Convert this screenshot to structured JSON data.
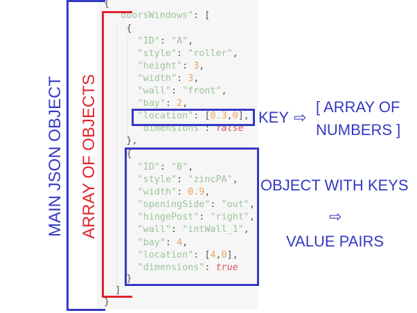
{
  "code_lines": [
    {
      "indent": 0,
      "tokens": [
        [
          "p",
          "{"
        ]
      ]
    },
    {
      "indent": 1,
      "tokens": [
        [
          "k",
          "\"doorsWindows\""
        ],
        [
          "p",
          ": ["
        ]
      ]
    },
    {
      "indent": 2,
      "tokens": [
        [
          "p",
          "{"
        ]
      ]
    },
    {
      "indent": 3,
      "tokens": [
        [
          "k",
          "\"ID\""
        ],
        [
          "p",
          ": "
        ],
        [
          "s",
          "\"A\""
        ],
        [
          "p",
          ","
        ]
      ]
    },
    {
      "indent": 3,
      "tokens": [
        [
          "k",
          "\"style\""
        ],
        [
          "p",
          ": "
        ],
        [
          "s",
          "\"roller\""
        ],
        [
          "p",
          ","
        ]
      ]
    },
    {
      "indent": 3,
      "tokens": [
        [
          "k",
          "\"height\""
        ],
        [
          "p",
          ": "
        ],
        [
          "n",
          "3"
        ],
        [
          "p",
          ","
        ]
      ]
    },
    {
      "indent": 3,
      "tokens": [
        [
          "k",
          "\"width\""
        ],
        [
          "p",
          ": "
        ],
        [
          "n",
          "3"
        ],
        [
          "p",
          ","
        ]
      ]
    },
    {
      "indent": 3,
      "tokens": [
        [
          "k",
          "\"wall\""
        ],
        [
          "p",
          ": "
        ],
        [
          "s",
          "\"front\""
        ],
        [
          "p",
          ","
        ]
      ]
    },
    {
      "indent": 3,
      "tokens": [
        [
          "k",
          "\"bay\""
        ],
        [
          "p",
          ": "
        ],
        [
          "n",
          "2"
        ],
        [
          "p",
          ","
        ]
      ]
    },
    {
      "indent": 3,
      "tokens": [
        [
          "k",
          "\"location\""
        ],
        [
          "p",
          ": ["
        ],
        [
          "n",
          "0.3"
        ],
        [
          "p",
          ","
        ],
        [
          "n",
          "0"
        ],
        [
          "p",
          "],"
        ]
      ]
    },
    {
      "indent": 3,
      "tokens": [
        [
          "k",
          "\"dimensions\""
        ],
        [
          "p",
          ": "
        ],
        [
          "b",
          "false"
        ]
      ]
    },
    {
      "indent": 2,
      "tokens": [
        [
          "p",
          "},"
        ]
      ]
    },
    {
      "indent": 2,
      "tokens": [
        [
          "p",
          "{"
        ]
      ]
    },
    {
      "indent": 3,
      "tokens": [
        [
          "k",
          "\"ID\""
        ],
        [
          "p",
          ": "
        ],
        [
          "s",
          "\"B\""
        ],
        [
          "p",
          ","
        ]
      ]
    },
    {
      "indent": 3,
      "tokens": [
        [
          "k",
          "\"style\""
        ],
        [
          "p",
          ": "
        ],
        [
          "s",
          "\"zincPA\""
        ],
        [
          "p",
          ","
        ]
      ]
    },
    {
      "indent": 3,
      "tokens": [
        [
          "k",
          "\"width\""
        ],
        [
          "p",
          ": "
        ],
        [
          "n",
          "0.9"
        ],
        [
          "p",
          ","
        ]
      ]
    },
    {
      "indent": 3,
      "tokens": [
        [
          "k",
          "\"openingSide\""
        ],
        [
          "p",
          ": "
        ],
        [
          "s",
          "\"out\""
        ],
        [
          "p",
          ","
        ]
      ]
    },
    {
      "indent": 3,
      "tokens": [
        [
          "k",
          "\"hingePost\""
        ],
        [
          "p",
          ": "
        ],
        [
          "s",
          "\"right\""
        ],
        [
          "p",
          ","
        ]
      ]
    },
    {
      "indent": 3,
      "tokens": [
        [
          "k",
          "\"wall\""
        ],
        [
          "p",
          ": "
        ],
        [
          "s",
          "\"intWall_1\""
        ],
        [
          "p",
          ","
        ]
      ]
    },
    {
      "indent": 3,
      "tokens": [
        [
          "k",
          "\"bay\""
        ],
        [
          "p",
          ": "
        ],
        [
          "n",
          "4"
        ],
        [
          "p",
          ","
        ]
      ]
    },
    {
      "indent": 3,
      "tokens": [
        [
          "k",
          "\"location\""
        ],
        [
          "p",
          ": ["
        ],
        [
          "n",
          "4"
        ],
        [
          "p",
          ","
        ],
        [
          "n",
          "0"
        ],
        [
          "p",
          "],"
        ]
      ]
    },
    {
      "indent": 3,
      "tokens": [
        [
          "k",
          "\"dimensions\""
        ],
        [
          "p",
          ": "
        ],
        [
          "b",
          "true"
        ]
      ]
    },
    {
      "indent": 2,
      "tokens": [
        [
          "p",
          "}"
        ]
      ]
    },
    {
      "indent": 1,
      "tokens": [
        [
          "p",
          "]"
        ]
      ]
    },
    {
      "indent": 0,
      "tokens": [
        [
          "p",
          "}"
        ]
      ]
    }
  ],
  "annotations": {
    "main_object": "MAIN JSON OBJECT",
    "array_of_objects": "ARRAY OF OBJECTS",
    "key": "KEY",
    "arrow": "⇨",
    "array_of_numbers_1": "[ ARRAY OF",
    "array_of_numbers_2": "NUMBERS ]",
    "object_with_keys": "OBJECT WITH KEYS",
    "value_pairs": "VALUE PAIRS"
  },
  "colors": {
    "blue": "#3438c4",
    "red": "#e0232b",
    "key": "#9cc49a",
    "number": "#eaa35a",
    "boolean": "#d9545a"
  }
}
